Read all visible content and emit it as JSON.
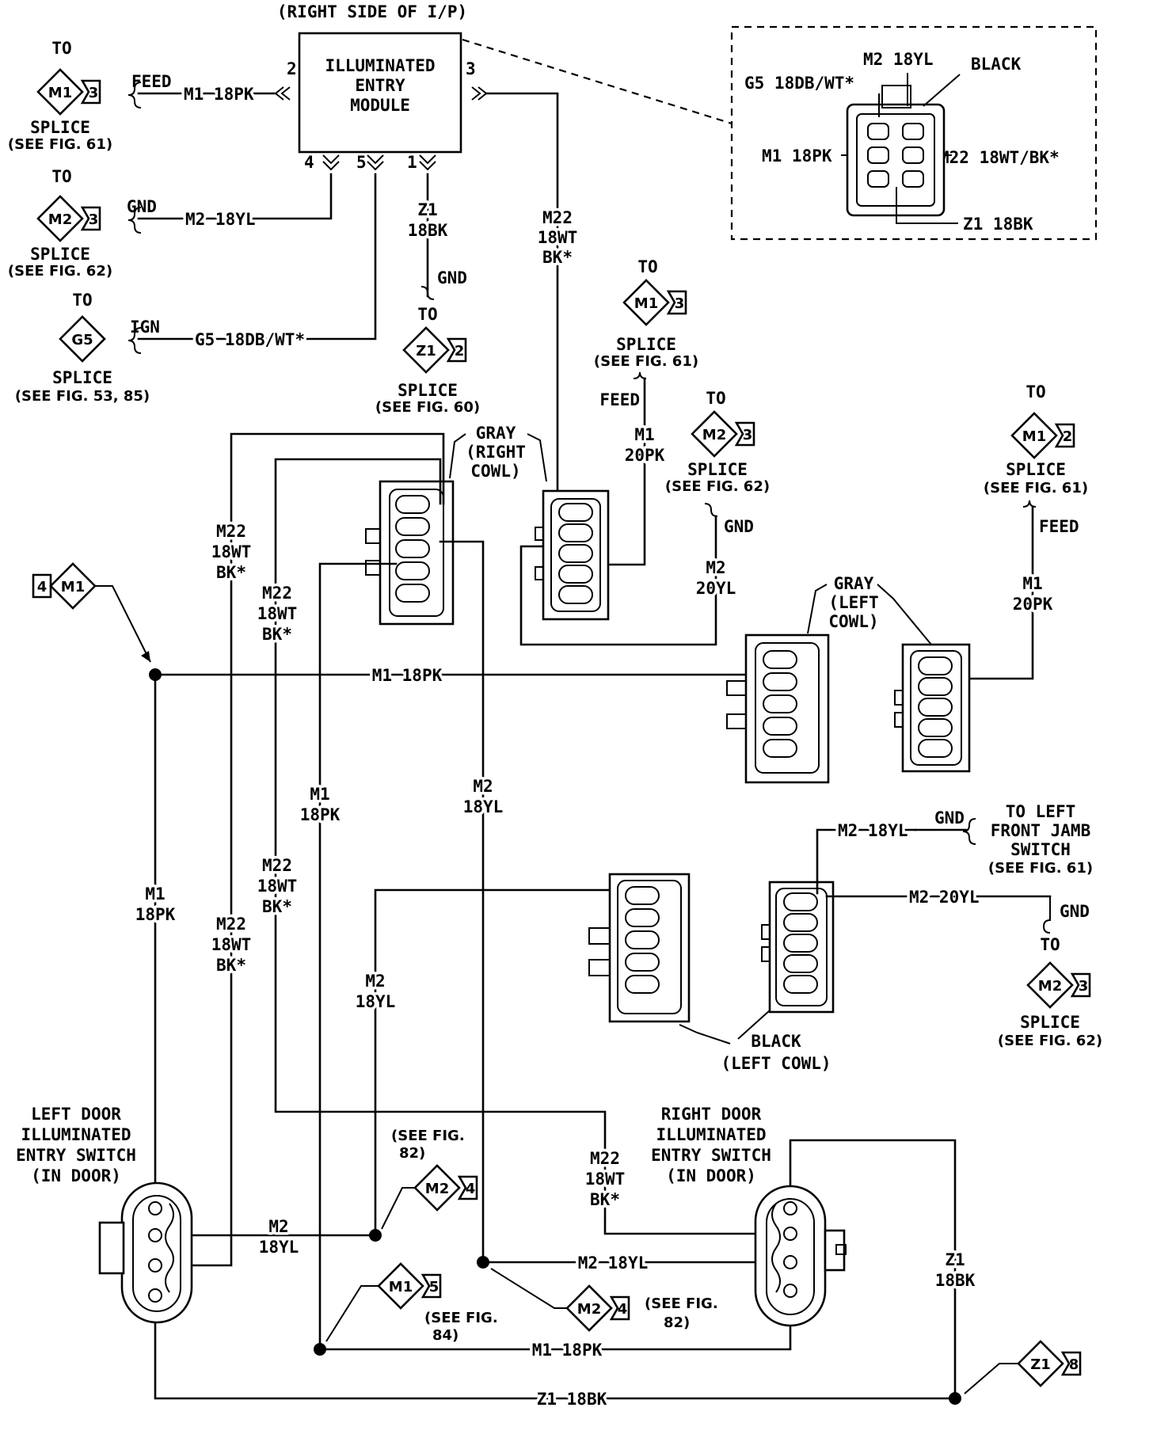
{
  "header": {
    "location_note": "(RIGHT SIDE OF I/P)"
  },
  "module": {
    "title_lines": [
      "ILLUMINATED",
      "ENTRY",
      "MODULE"
    ],
    "pins": {
      "p1": "1",
      "p2": "2",
      "p3": "3",
      "p4": "4",
      "p5": "5"
    }
  },
  "inset": {
    "m2": "M2 18YL",
    "g5": "G5 18DB/WT*",
    "black": "BLACK",
    "m1": "M1 18PK",
    "m22": "M22 18WT/BK*",
    "z1": "Z1 18BK"
  },
  "wires": {
    "m1_18pk": "M1 18PK",
    "m2_18yl": "M2 18YL",
    "g5_18db": "G5 18DB/WT*",
    "m2_20yl": "M2 20YL",
    "z1_18bk": "Z1 18BK",
    "z1": "Z1",
    "bk18": "18BK",
    "m22": "M22",
    "wt18": "18WT",
    "bk_star": "BK*",
    "m1": "M1",
    "pk18": "18PK",
    "pk20": "20PK",
    "m2": "M2",
    "yl18": "18YL",
    "yl20": "20YL"
  },
  "signals": {
    "feed": "FEED",
    "gnd": "GND",
    "ign": "IGN"
  },
  "common": {
    "to": "TO",
    "splice": "SPLICE"
  },
  "connectors": {
    "m1": "M1",
    "m2": "M2",
    "g5": "G5",
    "z1": "Z1",
    "pin2": "2",
    "pin3": "3",
    "pin4": "4",
    "pin5": "5",
    "pin8": "8"
  },
  "refs": {
    "fig61": "(SEE FIG. 61)",
    "fig62": "(SEE FIG. 62)",
    "fig60": "(SEE FIG. 60)",
    "fig53_85": "(SEE FIG. 53, 85)",
    "see_fig": "(SEE FIG.",
    "fig82": "82)",
    "fig84": "84)"
  },
  "components": {
    "gray_right": [
      "GRAY",
      "(RIGHT",
      "COWL)"
    ],
    "gray_left": [
      "GRAY",
      "(LEFT",
      "COWL)"
    ],
    "black_left": [
      "BLACK",
      "(LEFT COWL)"
    ],
    "left_door": [
      "LEFT DOOR",
      "ILLUMINATED",
      "ENTRY SWITCH",
      "(IN DOOR)"
    ],
    "right_door": [
      "RIGHT DOOR",
      "ILLUMINATED",
      "ENTRY SWITCH",
      "(IN DOOR)"
    ],
    "left_jamb": [
      "TO LEFT",
      "FRONT JAMB",
      "SWITCH"
    ]
  }
}
